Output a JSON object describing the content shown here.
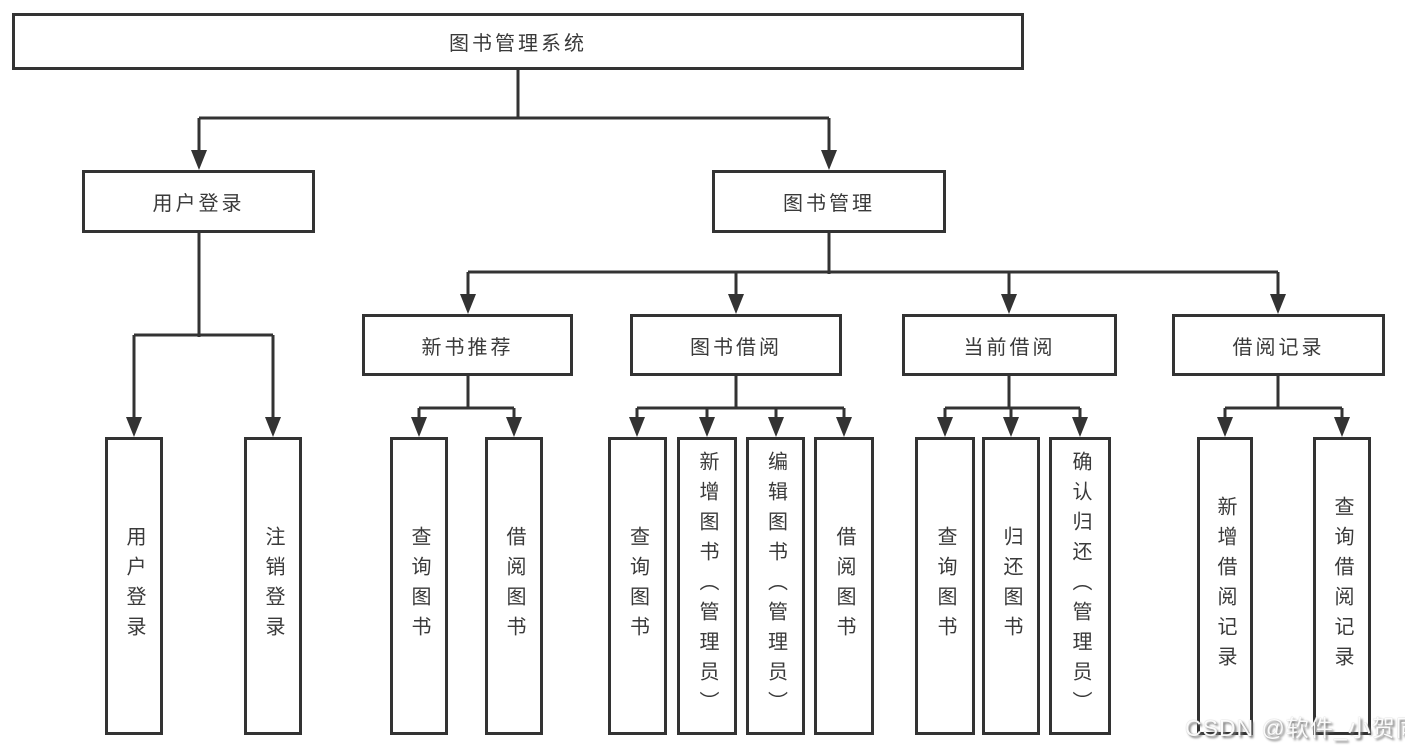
{
  "diagram": {
    "type": "hierarchy-tree",
    "tree": {
      "root": "图书管理系统",
      "level2": [
        "用户登录",
        "图书管理"
      ],
      "level3": [
        "新书推荐",
        "图书借阅",
        "当前借阅",
        "借阅记录"
      ],
      "leaves": {
        "user_login": [
          "用户登录",
          "注销登录"
        ],
        "new_book": [
          "查询图书",
          "借阅图书"
        ],
        "book_borrow": [
          "查询图书",
          "新增图书（管理员）",
          "编辑图书（管理员）",
          "借阅图书"
        ],
        "current_borrow": [
          "查询图书",
          "归还图书",
          "确认归还（管理员）"
        ],
        "borrow_records": [
          "新增借阅记录",
          "查询借阅记录"
        ]
      }
    },
    "colors": {
      "line": "#333333",
      "text": "#3a3a3a",
      "background": "#ffffff"
    }
  },
  "watermark": {
    "text": "CSDN @软件_小贺同学"
  }
}
